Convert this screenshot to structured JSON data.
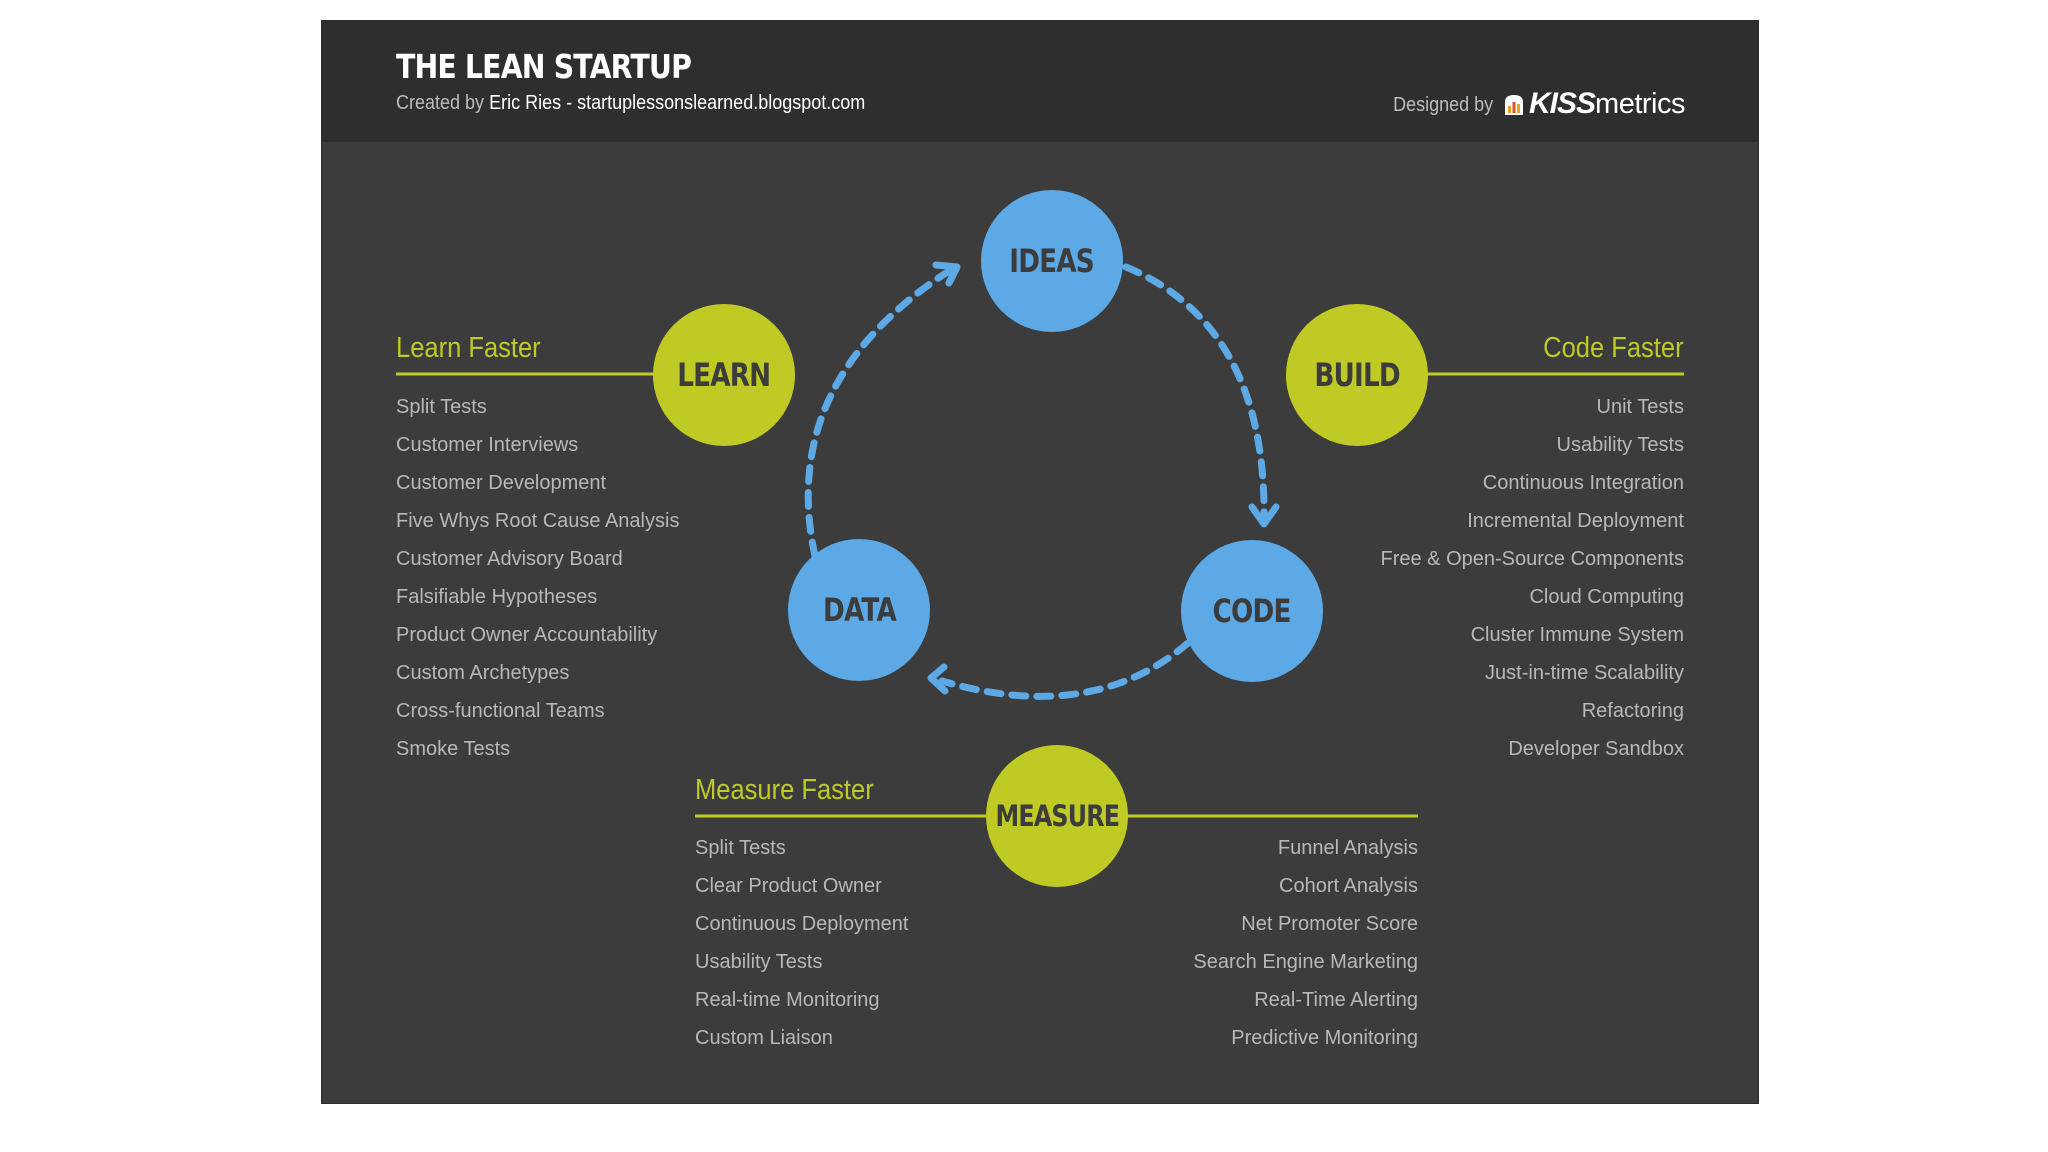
{
  "header": {
    "title": "THE LEAN STARTUP",
    "credit_prefix": "Created by",
    "credit_author": "Eric Ries",
    "credit_sep": "-",
    "credit_site": "startuplessonslearned.blogspot.com",
    "designed_by": "Designed by",
    "brand_bold": "KISS",
    "brand_light": "metrics"
  },
  "cycle": {
    "ideas": "IDEAS",
    "build": "BUILD",
    "code": "CODE",
    "measure": "MEASURE",
    "data": "DATA",
    "learn": "LEARN"
  },
  "learn": {
    "title": "Learn Faster",
    "items": [
      "Split Tests",
      "Customer Interviews",
      "Customer Development",
      "Five Whys Root Cause Analysis",
      "Customer Advisory Board",
      "Falsifiable Hypotheses",
      "Product Owner Accountability",
      "Custom Archetypes",
      "Cross-functional Teams",
      "Smoke Tests"
    ]
  },
  "code": {
    "title": "Code Faster",
    "items": [
      "Unit Tests",
      "Usability Tests",
      "Continuous Integration",
      "Incremental Deployment",
      "Free & Open-Source Components",
      "Cloud Computing",
      "Cluster Immune System",
      "Just-in-time Scalability",
      "Refactoring",
      "Developer Sandbox"
    ]
  },
  "measure": {
    "title": "Measure Faster",
    "left_items": [
      "Split Tests",
      "Clear Product Owner",
      "Continuous Deployment",
      "Usability Tests",
      "Real-time Monitoring",
      "Custom Liaison"
    ],
    "right_items": [
      "Funnel Analysis",
      "Cohort Analysis",
      "Net Promoter Score",
      "Search Engine Marketing",
      "Real-Time Alerting",
      "Predictive Monitoring"
    ]
  },
  "colors": {
    "panel": "#3c3c3c",
    "header": "#2e2e2e",
    "blue": "#5ca9e6",
    "green": "#bfcb24",
    "list_text": "#b8b8b8"
  },
  "icons": {
    "brand": "kissmetrics-logo-icon",
    "cycle_arrows": "dashed-arrow-icon"
  }
}
